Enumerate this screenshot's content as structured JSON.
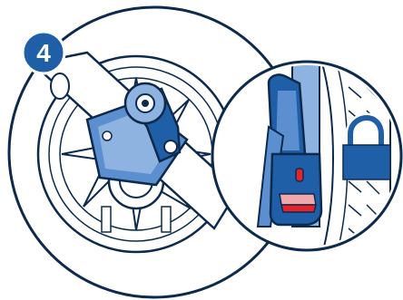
{
  "step": {
    "number": "4"
  },
  "icons": {
    "badge": "step-number-badge",
    "lock": "padlock-icon",
    "wheel": "stroller-wheel",
    "brake": "brake-pedal",
    "zoom": "magnified-detail-inset"
  },
  "colors": {
    "badge_fill": "#1f5fa8",
    "outline": "#0d2a4d",
    "light_blue": "#8fb3e0",
    "mid_blue": "#5b8fd0",
    "dark_blue": "#1f5fa8",
    "red_accent": "#e4232b",
    "pink_accent": "#f2a8a8",
    "white": "#ffffff"
  }
}
